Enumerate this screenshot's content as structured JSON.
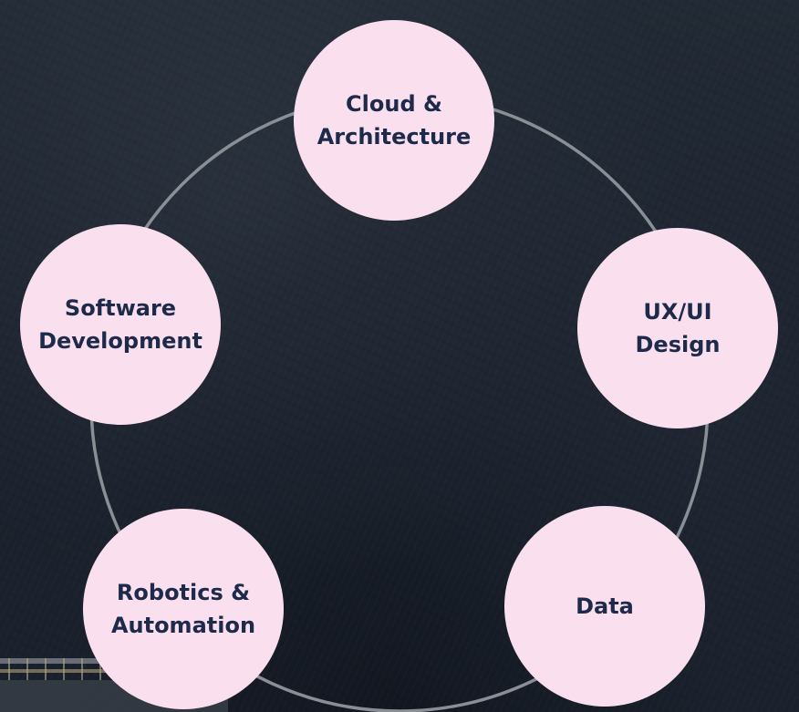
{
  "diagram": {
    "type": "cycle",
    "node_fill": "#fae0ef",
    "text_color": "#1d2a4a",
    "ring_color": "#8a8f96",
    "nodes": [
      {
        "id": "cloud",
        "label": "Cloud &\nArchitecture"
      },
      {
        "id": "ux",
        "label": "UX/UI\nDesign"
      },
      {
        "id": "data",
        "label": "Data"
      },
      {
        "id": "robotics",
        "label": "Robotics &\nAutomation"
      },
      {
        "id": "software",
        "label": "Software\nDevelopment"
      }
    ]
  }
}
